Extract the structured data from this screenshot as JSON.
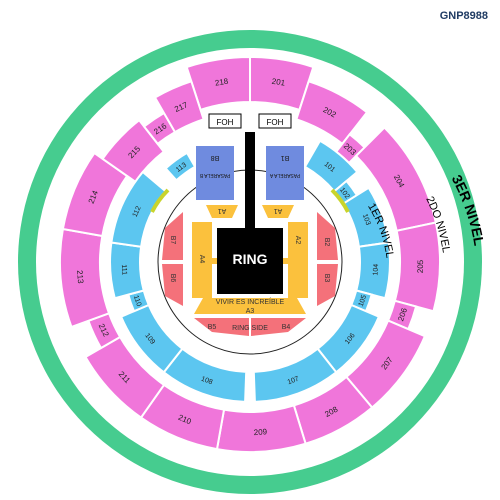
{
  "brand": "GNP8988",
  "colors": {
    "outer_ring": "#46cc8f",
    "level2": "#f076da",
    "level1": "#5cc6f0",
    "floor_yellow": "#fbc13d",
    "floor_red": "#f4717a",
    "passarela": "#6f8bdf",
    "dark": "#000000",
    "lime": "#c9d42c"
  },
  "levels": {
    "third": "3ER NIVEL",
    "second": "2DO NIVEL",
    "first": "1ER NIVEL"
  },
  "stage": {
    "ring": "RING",
    "foh_left": "FOH",
    "foh_right": "FOH",
    "pasarela_b_label": "PASARELA B",
    "pasarela_b_code": "B8",
    "pasarela_a_label": "PASARELA A",
    "pasarela_a_code": "B1"
  },
  "floor": {
    "a1_left": "A1",
    "a1_right": "A1",
    "a2": "A2",
    "a4": "A4",
    "a3_title": "VIVIR ES INCREÍBLE",
    "a3": "A3",
    "b2": "B2",
    "b3": "B3",
    "b4": "B4",
    "b5": "B5",
    "b6": "B6",
    "b7": "B7",
    "ringside": "RING SIDE"
  },
  "level1_sections": [
    "101",
    "102",
    "103",
    "104",
    "105",
    "106",
    "107",
    "108",
    "109",
    "110",
    "111",
    "112",
    "113"
  ],
  "level2_sections": [
    "201",
    "202",
    "203",
    "204",
    "205",
    "206",
    "207",
    "208",
    "209",
    "210",
    "211",
    "212",
    "213",
    "214",
    "215",
    "216",
    "217",
    "218"
  ]
}
